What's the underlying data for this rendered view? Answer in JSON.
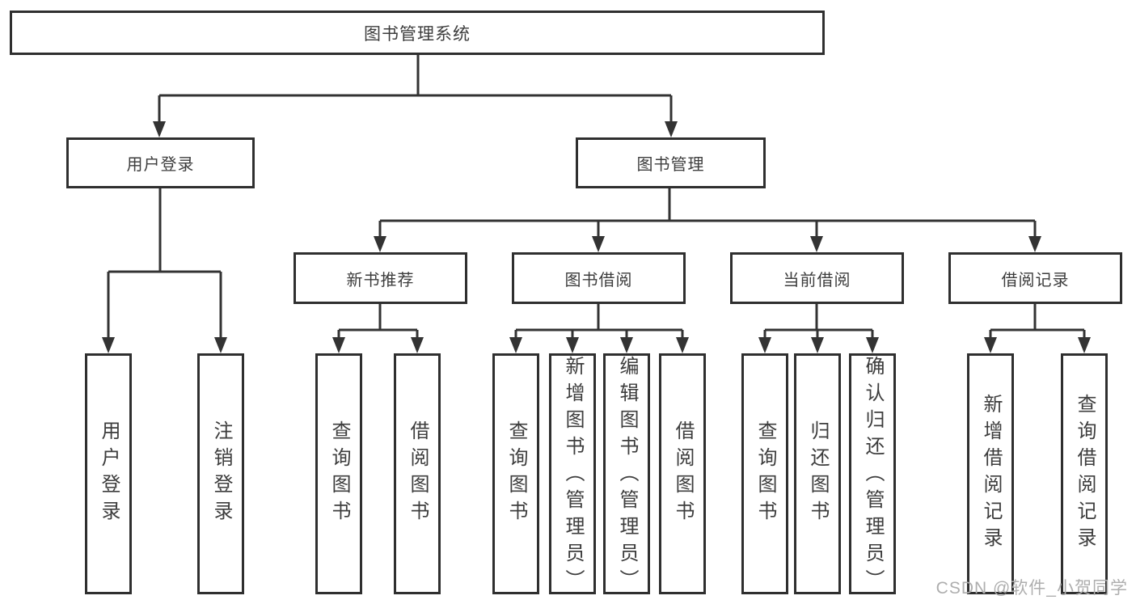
{
  "diagram": {
    "root": {
      "label": "图书管理系统"
    },
    "branches": [
      {
        "label": "用户登录",
        "children": [
          {
            "label": "用户登录"
          },
          {
            "label": "注销登录"
          }
        ]
      },
      {
        "label": "图书管理",
        "children": [
          {
            "label": "新书推荐",
            "children": [
              {
                "label": "查询图书"
              },
              {
                "label": "借阅图书"
              }
            ]
          },
          {
            "label": "图书借阅",
            "children": [
              {
                "label": "查询图书"
              },
              {
                "label": "新增图书（管理员）"
              },
              {
                "label": "编辑图书（管理员）"
              },
              {
                "label": "借阅图书"
              }
            ]
          },
          {
            "label": "当前借阅",
            "children": [
              {
                "label": "查询图书"
              },
              {
                "label": "归还图书"
              },
              {
                "label": "确认归还（管理员）"
              }
            ]
          },
          {
            "label": "借阅记录",
            "children": [
              {
                "label": "新增借阅记录"
              },
              {
                "label": "查询借阅记录"
              }
            ]
          }
        ]
      }
    ]
  },
  "watermark": {
    "text": "CSDN @软件_小贺同学"
  },
  "colors": {
    "line": "#333333",
    "box-border": "#2f2f2f",
    "text": "#3d3d3d",
    "watermark": "#aeaeae",
    "bg": "#ffffff"
  }
}
